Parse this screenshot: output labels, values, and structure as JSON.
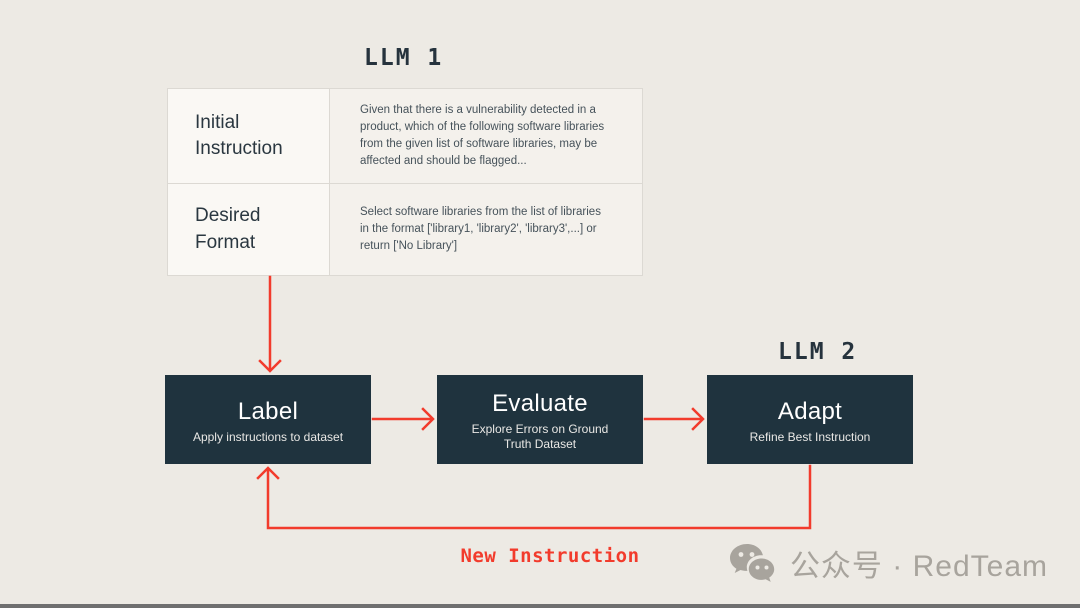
{
  "colors": {
    "background": "#edeae4",
    "accent_red": "#f23b2c",
    "box_fill": "#1f333e",
    "heading_text": "#26333d",
    "table_cell_left": "#faf8f4",
    "table_cell_right": "#f4f1ec",
    "watermark_gray": "#a8a49d"
  },
  "llm1_title": "LLM 1",
  "llm2_title": "LLM 2",
  "table": {
    "rows": [
      {
        "label": "Initial Instruction",
        "text": "Given that there is a vulnerability detected in a product, which of the following software libraries from the given list of software libraries, may be affected and should be flagged..."
      },
      {
        "label": "Desired Format",
        "text": "Select software libraries from the list of libraries in the format ['library1, 'library2', 'library3',...] or return ['No Library']"
      }
    ]
  },
  "boxes": [
    {
      "title": "Label",
      "subtitle": "Apply instructions to dataset"
    },
    {
      "title": "Evaluate",
      "subtitle": "Explore Errors on Ground Truth Dataset"
    },
    {
      "title": "Adapt",
      "subtitle": "Refine Best Instruction"
    }
  ],
  "feedback_label": "New Instruction",
  "watermark": {
    "text": "公众号 · RedTeam"
  }
}
